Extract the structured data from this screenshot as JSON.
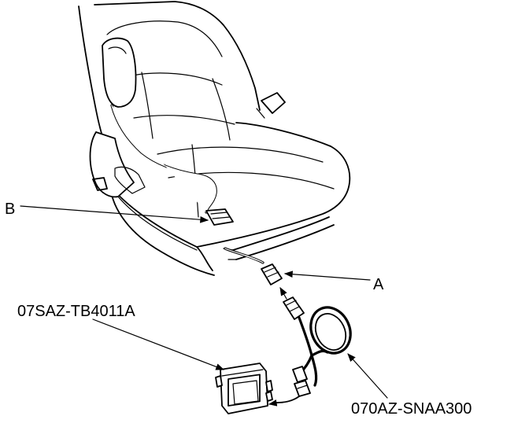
{
  "callouts": {
    "label_a": "A",
    "label_b": "B",
    "part_tool_unit": "07SAZ-TB4011A",
    "part_harness": "070AZ-SNAA300"
  }
}
